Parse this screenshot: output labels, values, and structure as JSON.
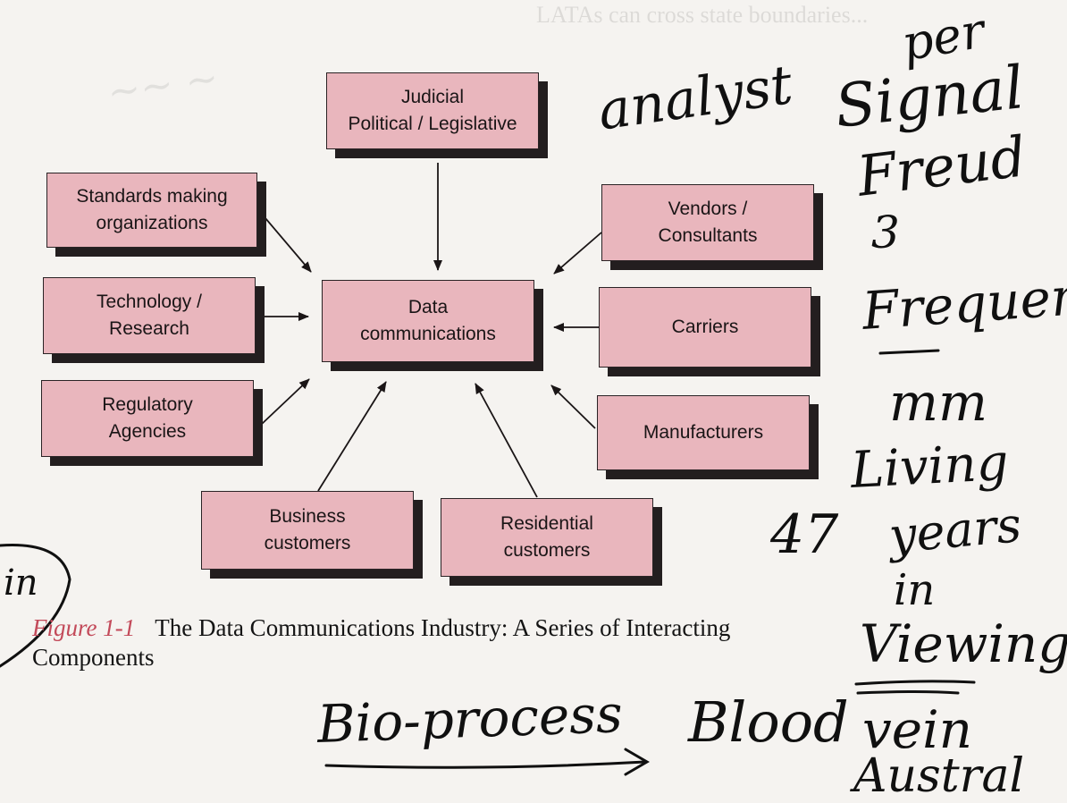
{
  "diagram": {
    "center": "Data\ncommunications",
    "nodes": {
      "judicial": "Judicial\nPolitical / Legislative",
      "standards": "Standards making\norganizations",
      "technology": "Technology /\nResearch",
      "regulatory": "Regulatory\nAgencies",
      "business": "Business\ncustomers",
      "residential": "Residential\ncustomers",
      "manufacturers": "Manufacturers",
      "carriers": "Carriers",
      "vendors": "Vendors /\nConsultants"
    }
  },
  "caption": {
    "figure_number": "Figure 1-1",
    "text": "The Data Communications Industry: A Series of Interacting Components"
  },
  "handwriting": {
    "analyst": "analyst",
    "per": "per",
    "signal": "Signal",
    "freud": "Freud",
    "three": "3",
    "frequency": "Frequency",
    "mm": "mm",
    "living": "Living",
    "forty_seven": "47",
    "years": "years",
    "in": "in",
    "viewing": "Viewing",
    "bio_process": "Bio-process",
    "blood": "Blood",
    "vein": "vein",
    "australia": "Austral",
    "left_fragment": "in"
  },
  "colors": {
    "box_fill": "#e9b6bd",
    "shadow": "#231e1f",
    "figure_label": "#c34a5a",
    "paper": "#f5f3f0"
  }
}
